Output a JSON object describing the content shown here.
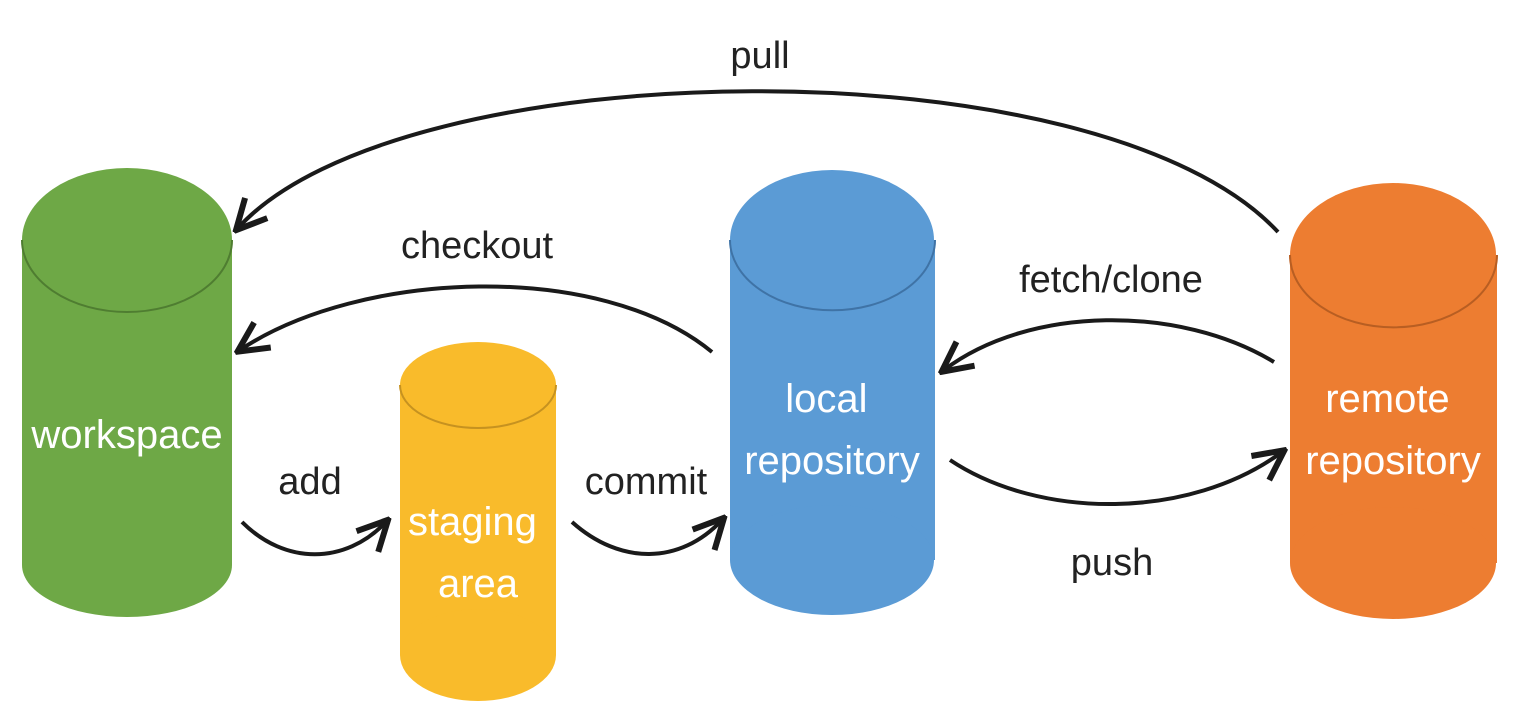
{
  "nodes": {
    "workspace": {
      "label_lines": [
        "workspace"
      ],
      "color": "#6ea846",
      "edge_color": "#4f7d31"
    },
    "staging": {
      "label_lines": [
        "staging",
        "area"
      ],
      "color": "#f9bb2b",
      "edge_color": "#c69220"
    },
    "local": {
      "label_lines": [
        "local",
        "repository"
      ],
      "color": "#5b9bd5",
      "edge_color": "#3f73a6"
    },
    "remote": {
      "label_lines": [
        "remote",
        "repository"
      ],
      "color": "#ed7d31",
      "edge_color": "#b85e22"
    }
  },
  "edges": {
    "pull": {
      "label": "pull",
      "from": "remote",
      "to": "workspace"
    },
    "checkout": {
      "label": "checkout",
      "from": "local",
      "to": "workspace"
    },
    "add": {
      "label": "add",
      "from": "workspace",
      "to": "staging"
    },
    "commit": {
      "label": "commit",
      "from": "staging",
      "to": "local"
    },
    "fetch_clone": {
      "label": "fetch/clone",
      "from": "remote",
      "to": "local"
    },
    "push": {
      "label": "push",
      "from": "local",
      "to": "remote"
    }
  }
}
